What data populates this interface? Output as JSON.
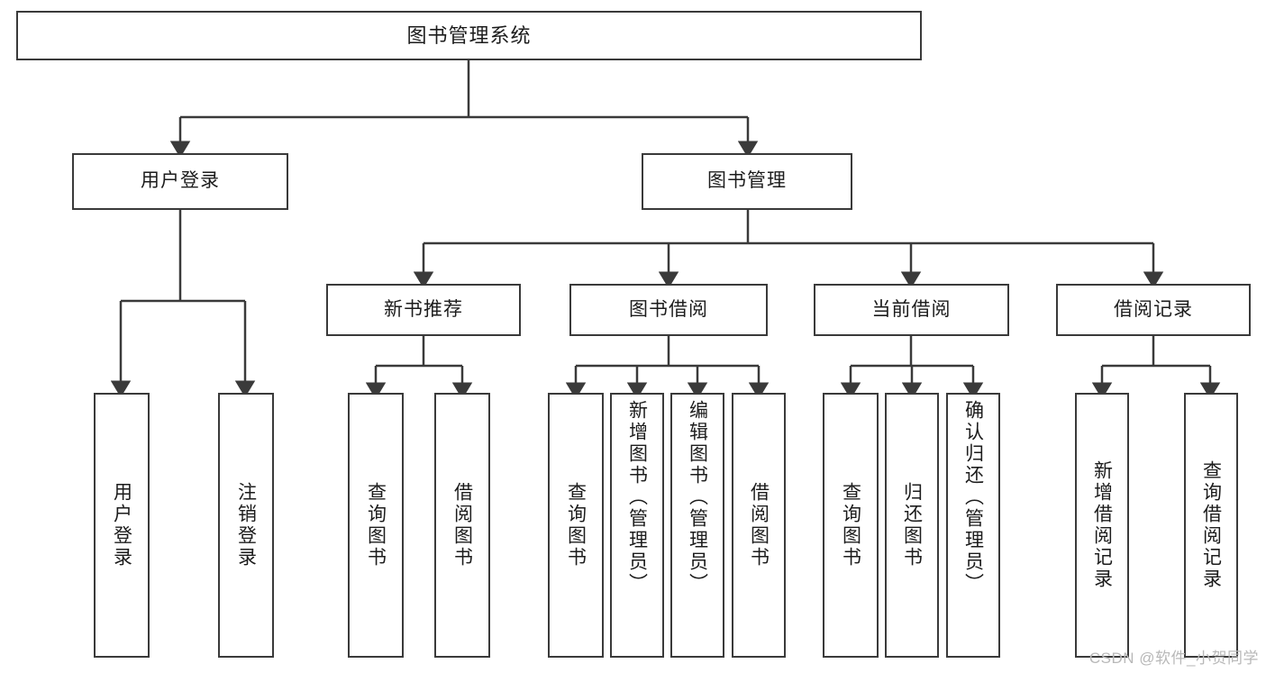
{
  "diagram": {
    "title": "图书管理系统",
    "type": "hierarchy-tree",
    "root": {
      "label": "图书管理系统"
    },
    "level1": [
      {
        "label": "用户登录"
      },
      {
        "label": "图书管理"
      }
    ],
    "level2": [
      {
        "label": "新书推荐"
      },
      {
        "label": "图书借阅"
      },
      {
        "label": "当前借阅"
      },
      {
        "label": "借阅记录"
      }
    ],
    "leaves": {
      "user_login": [
        {
          "label": "用户登录"
        },
        {
          "label": "注销登录"
        }
      ],
      "new_book_recommend": [
        {
          "label": "查询图书"
        },
        {
          "label": "借阅图书"
        }
      ],
      "book_borrow": [
        {
          "label": "查询图书"
        },
        {
          "label": "新增图书（管理员）"
        },
        {
          "label": "编辑图书（管理员）"
        },
        {
          "label": "借阅图书"
        }
      ],
      "current_borrow": [
        {
          "label": "查询图书"
        },
        {
          "label": "归还图书"
        },
        {
          "label": "确认归还（管理员）"
        }
      ],
      "borrow_record": [
        {
          "label": "新增借阅记录"
        },
        {
          "label": "查询借阅记录"
        }
      ]
    }
  },
  "watermark": {
    "text": "CSDN @软件_小贺同学"
  },
  "colors": {
    "box_border": "#3a3a3a",
    "text": "#1c1c1c",
    "background": "#ffffff",
    "watermark": "#b8b8b8"
  }
}
